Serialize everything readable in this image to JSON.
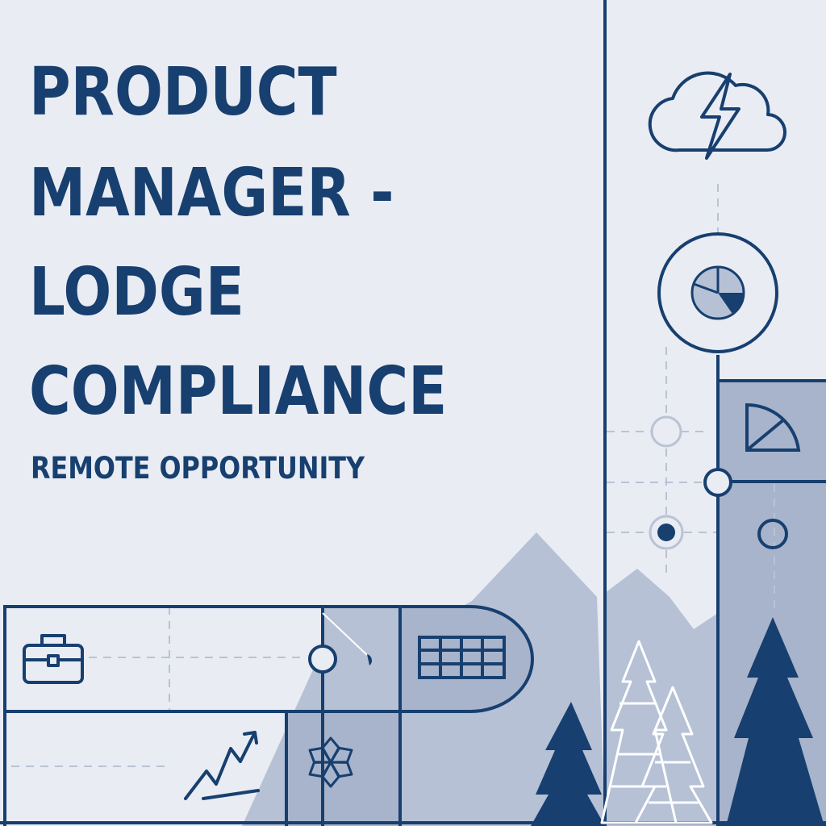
{
  "poster": {
    "title_lines": [
      "PRODUCT",
      "MANAGER -",
      "LODGE",
      "COMPLIANCE"
    ],
    "subtitle": "REMOTE OPPORTUNITY"
  },
  "colors": {
    "background": "#e9ecf3",
    "navy": "#173f6f",
    "muted_blue": "#b6c1d5",
    "mid_blue": "#a8b4cb",
    "dashed": "#b9c3d4"
  },
  "icons": [
    "cloud-lightning-icon",
    "pie-chart-icon",
    "quarter-pie-icon",
    "briefcase-icon",
    "calendar-grid-icon",
    "trend-up-icon",
    "snowflake-icon",
    "pine-tree-icon",
    "mountain-icon"
  ]
}
